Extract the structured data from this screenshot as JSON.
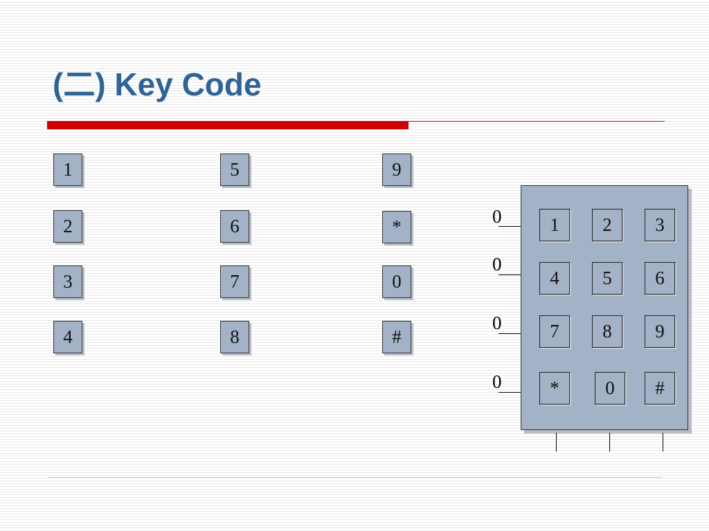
{
  "slide": {
    "title": "(二) Key Code"
  },
  "keys_left": [
    {
      "label": "1"
    },
    {
      "label": "2"
    },
    {
      "label": "3"
    },
    {
      "label": "4"
    },
    {
      "label": "5"
    },
    {
      "label": "6"
    },
    {
      "label": "7"
    },
    {
      "label": "8"
    },
    {
      "label": "9"
    },
    {
      "label": "*"
    },
    {
      "label": "0"
    },
    {
      "label": "#"
    }
  ],
  "keypad": {
    "keys": [
      {
        "label": "1"
      },
      {
        "label": "2"
      },
      {
        "label": "3"
      },
      {
        "label": "4"
      },
      {
        "label": "5"
      },
      {
        "label": "6"
      },
      {
        "label": "7"
      },
      {
        "label": "8"
      },
      {
        "label": "9"
      },
      {
        "label": "*"
      },
      {
        "label": "0"
      },
      {
        "label": "#"
      }
    ],
    "row_labels": [
      "0",
      "0",
      "0",
      "0"
    ]
  },
  "colors": {
    "title": "#2f6496",
    "accent_rule": "#cc0000",
    "key_fill": "#a3b2c6"
  }
}
